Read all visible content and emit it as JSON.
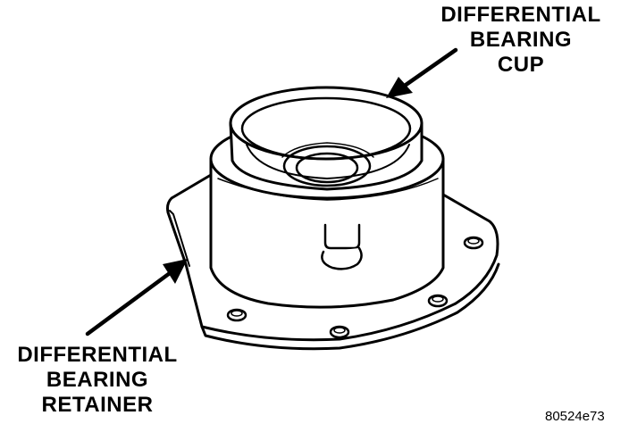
{
  "labels": {
    "cup": {
      "line1": "DIFFERENTIAL",
      "line2": "BEARING",
      "line3": "CUP"
    },
    "retainer": {
      "line1": "DIFFERENTIAL",
      "line2": "BEARING",
      "line3": "RETAINER"
    }
  },
  "figure_id": "80524e73",
  "colors": {
    "ink": "#000000",
    "paper": "#ffffff"
  }
}
